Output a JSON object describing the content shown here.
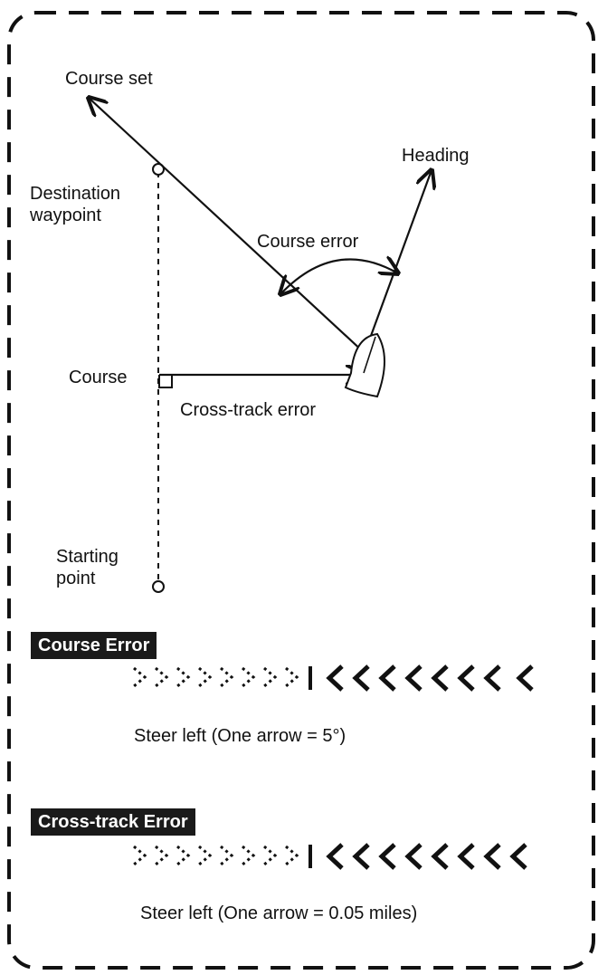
{
  "diagram": {
    "labels": {
      "course_set": "Course set",
      "heading": "Heading",
      "destination_waypoint": "Destination waypoint",
      "course_error": "Course error",
      "course": "Course",
      "cross_track_error": "Cross-track error",
      "starting_point": "Starting point"
    }
  },
  "indicators": {
    "course_error": {
      "title": "Course Error",
      "caption": "Steer left (One arrow = 5°)"
    },
    "cross_track_error": {
      "title": "Cross-track Error",
      "caption": "Steer left (One arrow = 0.05 miles)"
    }
  },
  "colors": {
    "ink": "#111111",
    "bar_bg": "#1a1a1a",
    "bar_text": "#ffffff"
  }
}
